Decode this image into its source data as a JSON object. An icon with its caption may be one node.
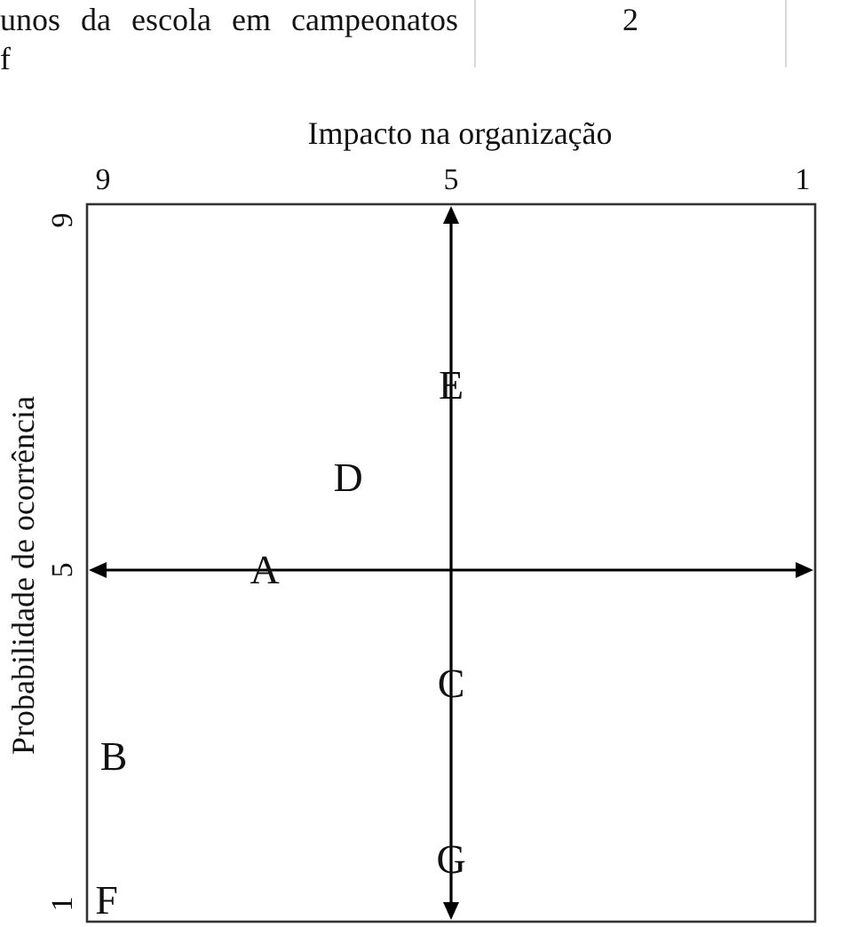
{
  "diagram": {
    "labels": [
      "unos da escola em campeonatos f",
      "2",
      "Impacto na organização",
      "9",
      "5",
      "1",
      "Probabilidade de ocorrência",
      "9",
      "5",
      "1",
      "E",
      "D",
      "A",
      "C",
      "B",
      "G",
      "F"
    ]
  }
}
